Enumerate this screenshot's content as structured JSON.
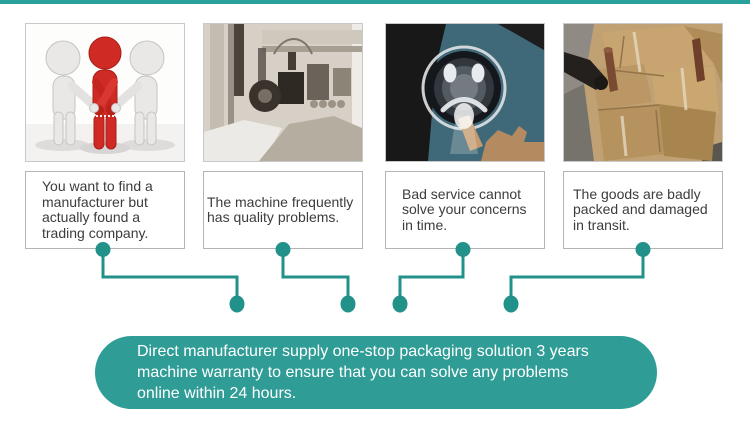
{
  "accent_colors": {
    "top_bar": "#2aa19a",
    "connector": "#21918a",
    "banner_background": "#2f9c96",
    "banner_text": "#ffffff",
    "caption_text": "#3c3c3c",
    "box_border": "#b3b3b3",
    "highlight_figure_red": "#cf2b24"
  },
  "columns": [
    {
      "id": "trading-company",
      "image": "handshake-figures",
      "caption_lines": [
        "You want to find a",
        "manufacturer but",
        "actually found a",
        "trading company."
      ]
    },
    {
      "id": "quality-problems",
      "image": "packaging-machine",
      "caption_lines": [
        "The machine frequently",
        "has quality problems."
      ]
    },
    {
      "id": "bad-service",
      "image": "sad-face-touchscreen",
      "caption_lines": [
        "Bad service cannot",
        "solve your concerns",
        "in time."
      ]
    },
    {
      "id": "damaged-goods",
      "image": "damaged-cartons",
      "caption_lines": [
        "The goods are badly",
        "packed and damaged",
        "in transit."
      ]
    }
  ],
  "banner": {
    "lines": [
      "Direct manufacturer supply one-stop packaging solution 3 years",
      "machine warranty to ensure that you can solve any problems",
      "online within 24 hours."
    ]
  }
}
